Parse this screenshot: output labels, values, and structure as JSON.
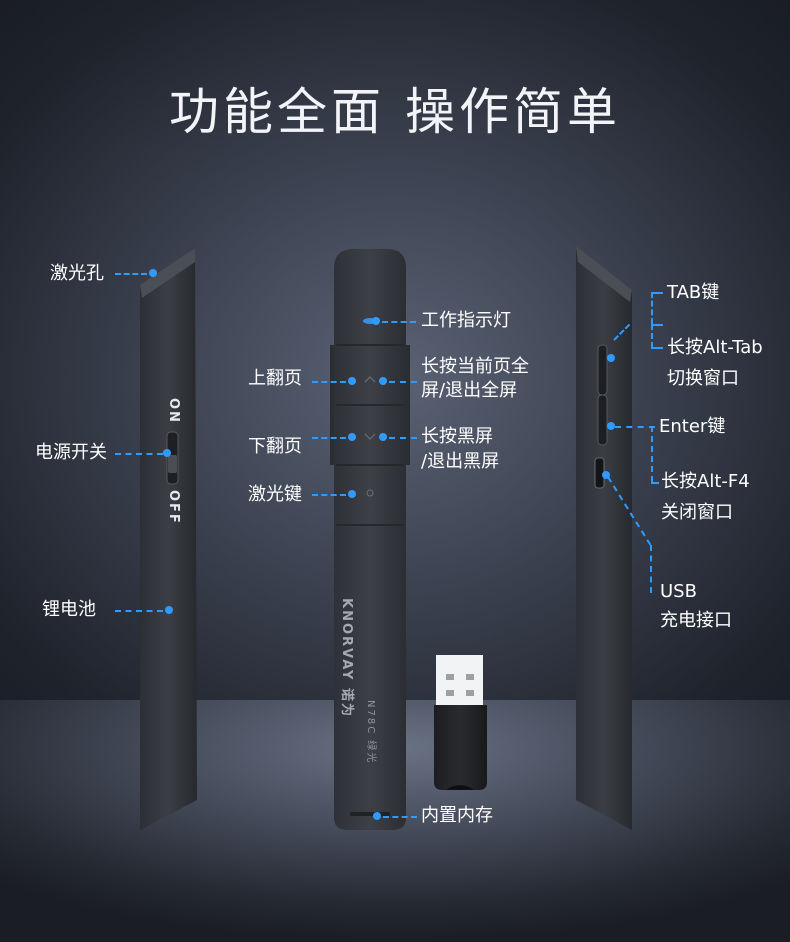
{
  "title": "功能全面 操作简单",
  "left_labels": {
    "laser_hole": "激光孔",
    "power_switch": "电源开关",
    "battery": "锂电池"
  },
  "switch_text": {
    "on": "ON",
    "off": "OFF"
  },
  "center_labels": {
    "indicator": "工作指示灯",
    "page_up": "上翻页",
    "page_up_long_line1": "长按当前页全",
    "page_up_long_line2": "屏/退出全屏",
    "page_down": "下翻页",
    "page_down_long_line1": "长按黑屏",
    "page_down_long_line2": "/退出黑屏",
    "laser_key": "激光键",
    "storage": "内置内存"
  },
  "right_labels": {
    "tab_key": "TAB键",
    "tab_long_line1": "长按Alt-Tab",
    "tab_long_line2": "切换窗口",
    "enter_key": "Enter键",
    "enter_long_line1": "长按Alt-F4",
    "enter_long_line2": "关闭窗口",
    "usb_line1": "USB",
    "usb_line2": "充电接口"
  },
  "device_text": {
    "brand": "KNORVAY 诺为",
    "model": "N78C 绿光"
  },
  "colors": {
    "accent": "#2f9bff",
    "device_body": "#3a3d42",
    "text": "#ffffff"
  }
}
